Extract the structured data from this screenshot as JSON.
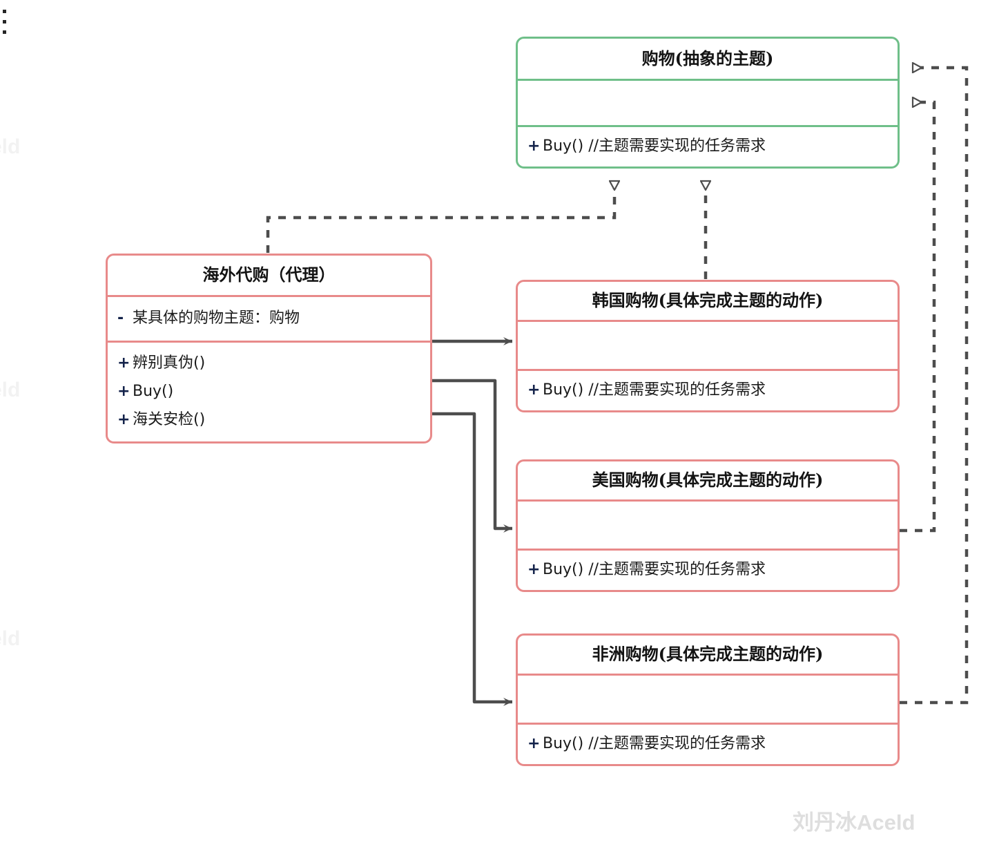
{
  "diagram": {
    "title": "UML class diagram - proxy / observer shopping example",
    "colors": {
      "abstract_border": "#6fbf89",
      "concrete_border": "#e88a8a",
      "connector": "#4d4d4d",
      "watermark": "#dedede"
    },
    "watermark": {
      "main": "刘丹冰Aceld",
      "edge_fragments": [
        "eld",
        "eld",
        "eld"
      ]
    },
    "menu": {
      "kebab_dots": 3
    }
  },
  "classes": {
    "abstract_subject": {
      "name": "购物(抽象的主题)",
      "attributes": [],
      "operations": [
        {
          "visibility": "+",
          "text": "Buy()  //主题需要实现的任务需求"
        }
      ]
    },
    "proxy": {
      "name": "海外代购（代理）",
      "attributes": [
        {
          "visibility": "-",
          "text": "某具体的购物主题：购物"
        }
      ],
      "operations": [
        {
          "visibility": "+",
          "text": "辨别真伪()"
        },
        {
          "visibility": "+",
          "text": "Buy()"
        },
        {
          "visibility": "+",
          "text": "海关安检()"
        }
      ]
    },
    "korea": {
      "name": "韩国购物(具体完成主题的动作)",
      "attributes": [],
      "operations": [
        {
          "visibility": "+",
          "text": "Buy()  //主题需要实现的任务需求"
        }
      ]
    },
    "usa": {
      "name": "美国购物(具体完成主题的动作)",
      "attributes": [],
      "operations": [
        {
          "visibility": "+",
          "text": "Buy()  //主题需要实现的任务需求"
        }
      ]
    },
    "africa": {
      "name": "非洲购物(具体完成主题的动作)",
      "attributes": [],
      "operations": [
        {
          "visibility": "+",
          "text": "Buy()  //主题需要实现的任务需求"
        }
      ]
    }
  },
  "relations": [
    {
      "id": "proxy-realizes-subject",
      "from": "海外代购（代理）",
      "to": "购物(抽象的主题)",
      "style": "dashed",
      "arrow": "hollow-triangle"
    },
    {
      "id": "korea-realizes-subject",
      "from": "韩国购物(具体完成主题的动作)",
      "to": "购物(抽象的主题)",
      "style": "dashed",
      "arrow": "hollow-triangle"
    },
    {
      "id": "usa-realizes-subject",
      "from": "美国购物(具体完成主题的动作)",
      "to": "购物(抽象的主题)",
      "style": "dashed",
      "arrow": "hollow-triangle"
    },
    {
      "id": "africa-realizes-subject",
      "from": "非洲购物(具体完成主题的动作)",
      "to": "购物(抽象的主题)",
      "style": "dashed",
      "arrow": "hollow-triangle"
    },
    {
      "id": "proxy-uses-korea",
      "from": "海外代购（代理）",
      "to": "韩国购物(具体完成主题的动作)",
      "style": "solid",
      "arrow": "open-arrow"
    },
    {
      "id": "proxy-uses-usa",
      "from": "海外代购（代理）",
      "to": "美国购物(具体完成主题的动作)",
      "style": "solid",
      "arrow": "open-arrow"
    },
    {
      "id": "proxy-uses-africa",
      "from": "海外代购（代理）",
      "to": "非洲购物(具体完成主题的动作)",
      "style": "solid",
      "arrow": "open-arrow"
    }
  ]
}
